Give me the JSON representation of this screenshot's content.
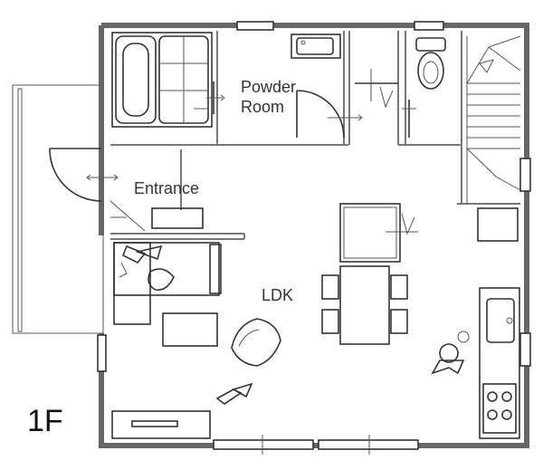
{
  "floor_plan": {
    "floor_label": "1F",
    "rooms": {
      "powder_room_line1": "Powder",
      "powder_room_line2": "Room",
      "entrance": "Entrance",
      "ldk": "LDK"
    }
  },
  "colors": {
    "wall": "#666666",
    "line": "#333333",
    "background": "#ffffff"
  }
}
